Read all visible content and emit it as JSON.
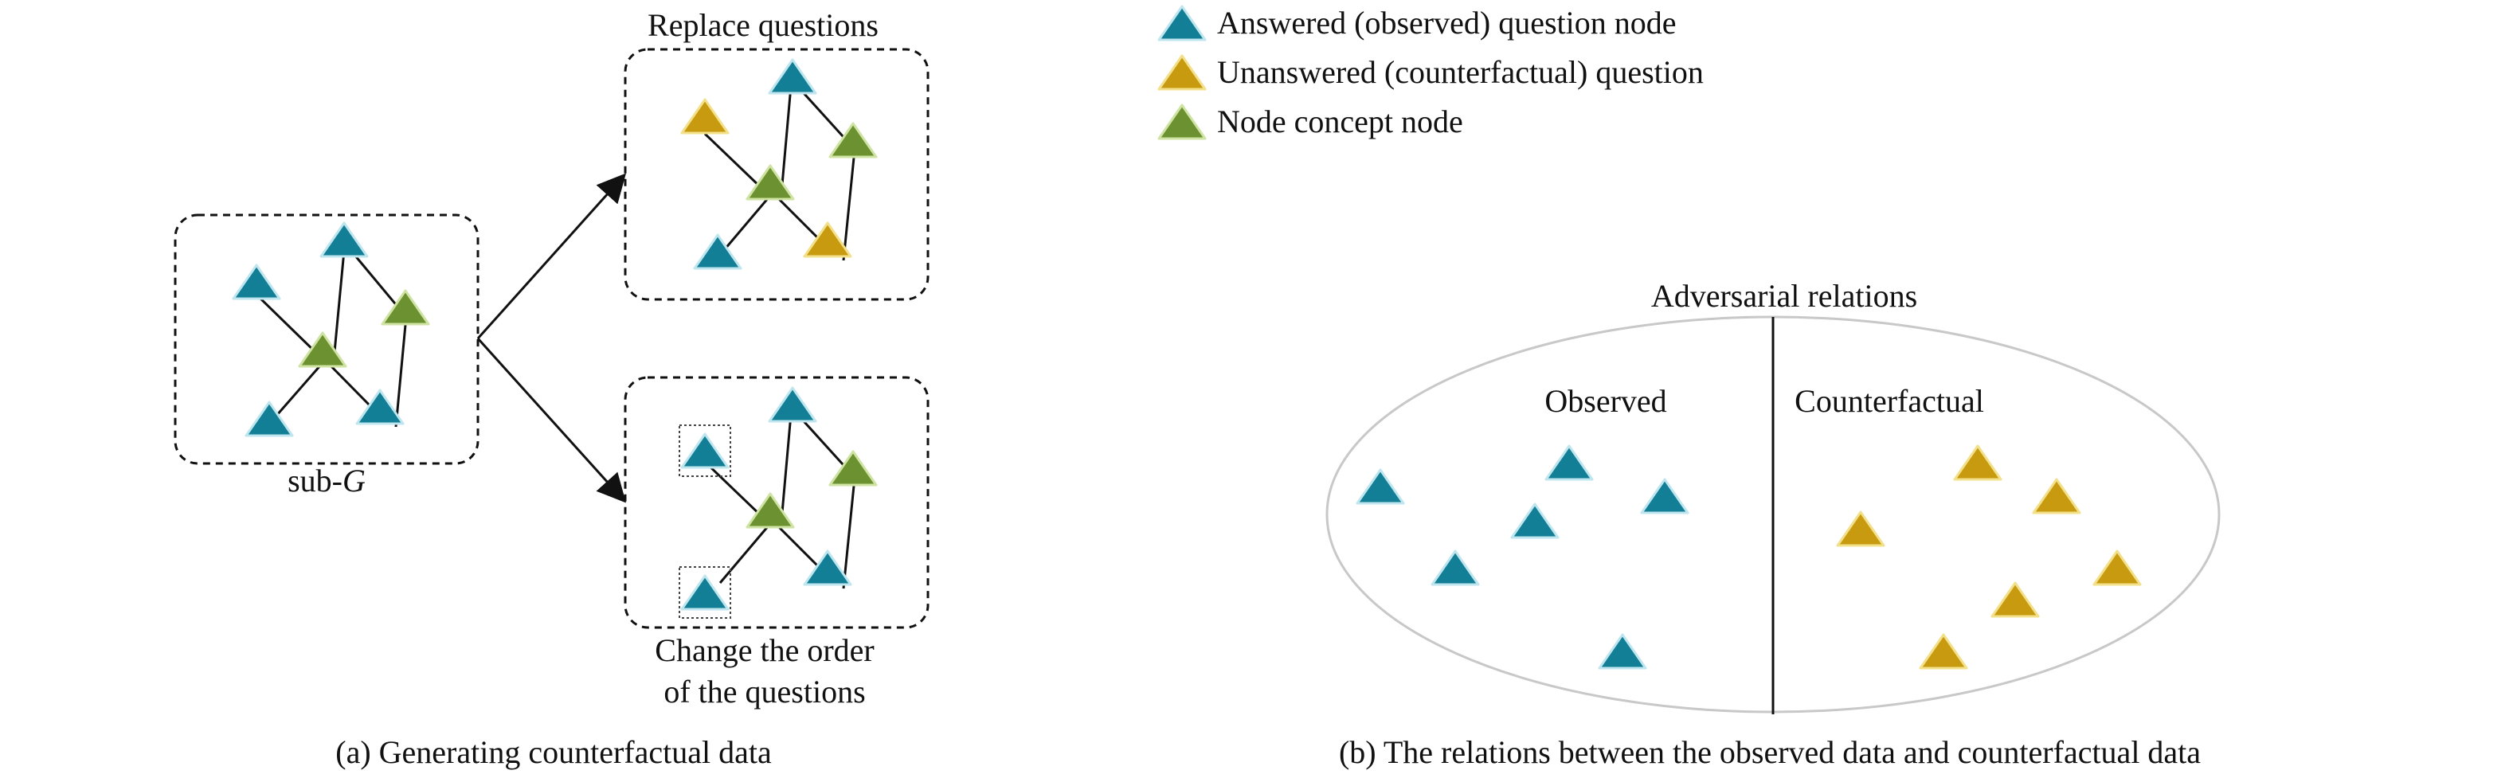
{
  "colors": {
    "answered": "#137f96",
    "answered_outline": "#bfe6ef",
    "unanswered": "#c79a10",
    "unanswered_outline": "#f3e08a",
    "concept": "#6b9130",
    "concept_outline": "#cfe3a3",
    "line": "#111111",
    "ellipse": "#c8c8c8"
  },
  "legend": {
    "answered": "Answered (observed) question node",
    "unanswered": "Unanswered (counterfactual) question",
    "concept": "Node concept node"
  },
  "panel_a": {
    "subgraph_label_prefix": "sub-",
    "subgraph_label_italic": "G",
    "replace_label": "Replace questions",
    "reorder_label_line1": "Change the order",
    "reorder_label_line2": "of the questions",
    "caption": "(a) Generating counterfactual data"
  },
  "panel_b": {
    "title": "Adversarial relations",
    "observed_label": "Observed",
    "counterfactual_label": "Counterfactual",
    "caption": "(b) The relations between the observed data and counterfactual data"
  }
}
